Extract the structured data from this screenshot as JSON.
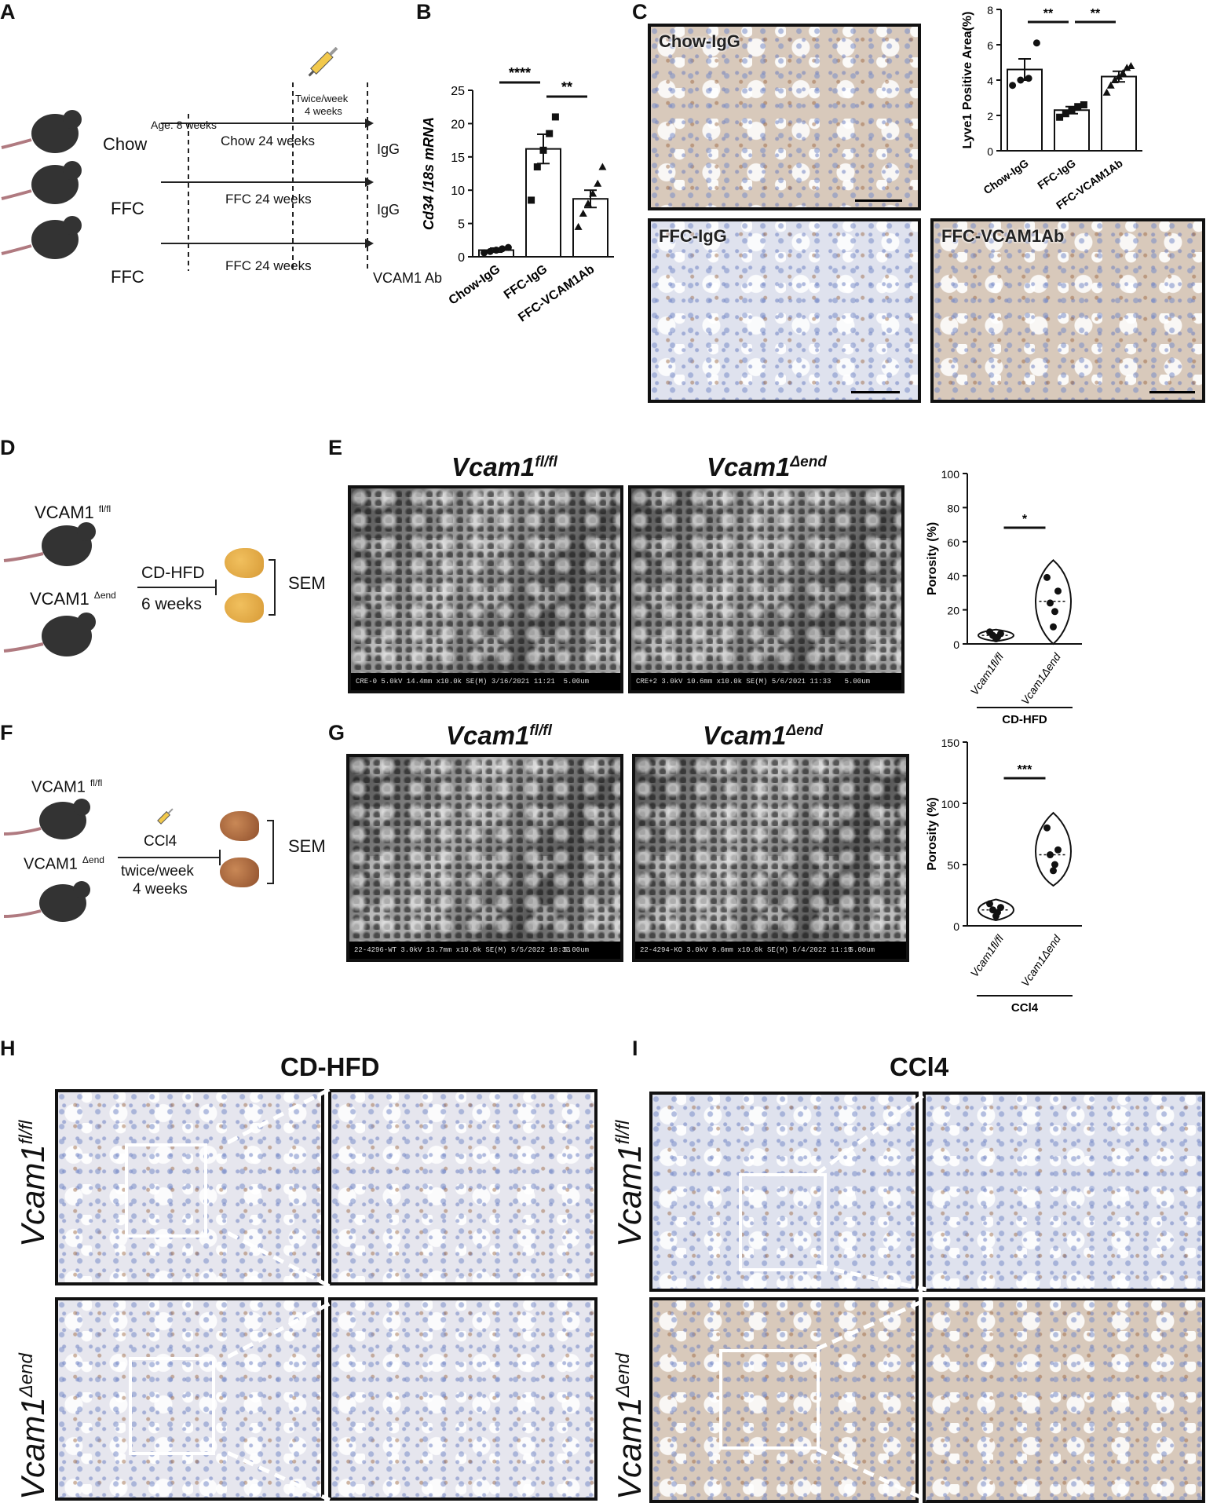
{
  "panels": {
    "A": "A",
    "B": "B",
    "C": "C",
    "D": "D",
    "E": "E",
    "F": "F",
    "G": "G",
    "H": "H",
    "I": "I"
  },
  "panelA": {
    "age_label": "Age: 8 weeks",
    "injection_label_1": "Twice/week",
    "injection_label_2": "4 weeks",
    "rows": [
      {
        "group": "Chow",
        "arrow": "Chow 24 weeks",
        "treatment": "IgG"
      },
      {
        "group": "FFC",
        "arrow": "FFC 24 weeks",
        "treatment": "IgG"
      },
      {
        "group": "FFC",
        "arrow": "FFC 24 weeks",
        "treatment": "VCAM1 Ab"
      }
    ]
  },
  "panelC": {
    "img_labels": [
      "Chow-IgG",
      "FFC-IgG",
      "FFC-VCAM1Ab"
    ]
  },
  "panelD": {
    "genotype1": "VCAM1",
    "genotype1_sup": "fl/fl",
    "genotype2": "VCAM1",
    "genotype2_sup": "Δend",
    "diet": "CD-HFD",
    "duration": "6 weeks",
    "method": "SEM"
  },
  "panelE": {
    "title1": "Vcam1",
    "title1_sup": "fl/fl",
    "title2": "Vcam1",
    "title2_sup": "Δend",
    "foot1": "CRE-0 5.0kV 14.4mm x10.0k SE(M) 3/16/2021 11:21",
    "foot1_scale": "5.00um",
    "foot2": "CRE+2 3.0kV 10.6mm x10.0k SE(M) 5/6/2021 11:33",
    "foot2_scale": "5.00um"
  },
  "panelF": {
    "genotype1": "VCAM1",
    "genotype1_sup": "fl/fl",
    "genotype2": "VCAM1",
    "genotype2_sup": "Δend",
    "treatment": "CCl4",
    "schedule1": "twice/week",
    "schedule2": "4 weeks",
    "method": "SEM"
  },
  "panelG": {
    "title1": "Vcam1",
    "title1_sup": "fl/fl",
    "title2": "Vcam1",
    "title2_sup": "Δend",
    "foot1": "22-4296-WT 3.0kV 13.7mm x10.0k SE(M) 5/5/2022 10:33",
    "foot1_scale": "5.00um",
    "foot2": "22-4294-KO 3.0kV 9.6mm x10.0k SE(M) 5/4/2022 11:19",
    "foot2_scale": "5.00um"
  },
  "panelH": {
    "title": "CD-HFD",
    "row1": "Vcam1",
    "row1_sup": "fl/fl",
    "row2": "Vcam1",
    "row2_sup": "Δend"
  },
  "panelI": {
    "title": "CCl4",
    "row1": "Vcam1",
    "row1_sup": "fl/fl",
    "row2": "Vcam1",
    "row2_sup": "Δend"
  },
  "chart_data": [
    {
      "id": "B",
      "type": "bar",
      "categories": [
        "Chow-IgG",
        "FFC-IgG",
        "FFC-VCAM1Ab"
      ],
      "values": [
        1.0,
        16.2,
        8.7
      ],
      "errors": [
        0.3,
        2.2,
        1.3
      ],
      "points": [
        [
          0.6,
          0.8,
          1.0,
          1.2,
          1.4
        ],
        [
          8.5,
          13.5,
          16,
          18.5,
          21
        ],
        [
          4.5,
          6.5,
          8,
          9.5,
          11,
          13.5
        ]
      ],
      "ylabel": "Cd34 /18s mRNA",
      "ylim": [
        0,
        25
      ],
      "yticks": [
        0,
        5,
        10,
        15,
        20,
        25
      ],
      "significance": [
        {
          "from": 0,
          "to": 1,
          "label": "****"
        },
        {
          "from": 1,
          "to": 2,
          "label": "**"
        }
      ]
    },
    {
      "id": "C",
      "type": "bar",
      "categories": [
        "Chow-IgG",
        "FFC-IgG",
        "FFC-VCAM1Ab"
      ],
      "values": [
        4.6,
        2.3,
        4.2
      ],
      "errors": [
        0.6,
        0.2,
        0.3
      ],
      "points": [
        [
          3.7,
          4.0,
          4.1,
          6.1
        ],
        [
          1.9,
          2.1,
          2.3,
          2.5,
          2.6
        ],
        [
          3.3,
          3.7,
          4.0,
          4.2,
          4.4,
          4.7,
          4.8
        ]
      ],
      "ylabel": "Lyve1 Positive Area(%)",
      "ylim": [
        0,
        8
      ],
      "yticks": [
        0,
        2,
        4,
        6,
        8
      ],
      "significance": [
        {
          "from": 0,
          "to": 1,
          "label": "**"
        },
        {
          "from": 1,
          "to": 2,
          "label": "**"
        }
      ]
    },
    {
      "id": "E",
      "type": "violin",
      "categories": [
        "Vcam1fl/fl",
        "Vcam1Δend"
      ],
      "points": [
        [
          3,
          4,
          5,
          6,
          7
        ],
        [
          10,
          19,
          24,
          31,
          39
        ]
      ],
      "medians": [
        5,
        25
      ],
      "ylabel": "Porosity (%)",
      "xlabel": "CD-HFD",
      "ylim": [
        0,
        100
      ],
      "yticks": [
        0,
        20,
        40,
        60,
        80,
        100
      ],
      "significance": [
        {
          "from": 0,
          "to": 1,
          "label": "*"
        }
      ]
    },
    {
      "id": "G",
      "type": "violin",
      "categories": [
        "Vcam1fl/fl",
        "Vcam1Δend"
      ],
      "points": [
        [
          8,
          11,
          13,
          15,
          18
        ],
        [
          45,
          50,
          58,
          62,
          80
        ]
      ],
      "medians": [
        13,
        58
      ],
      "ylabel": "Porosity (%)",
      "xlabel": "CCl4",
      "ylim": [
        0,
        150
      ],
      "yticks": [
        0,
        50,
        100,
        150
      ],
      "significance": [
        {
          "from": 0,
          "to": 1,
          "label": "***"
        }
      ]
    }
  ]
}
